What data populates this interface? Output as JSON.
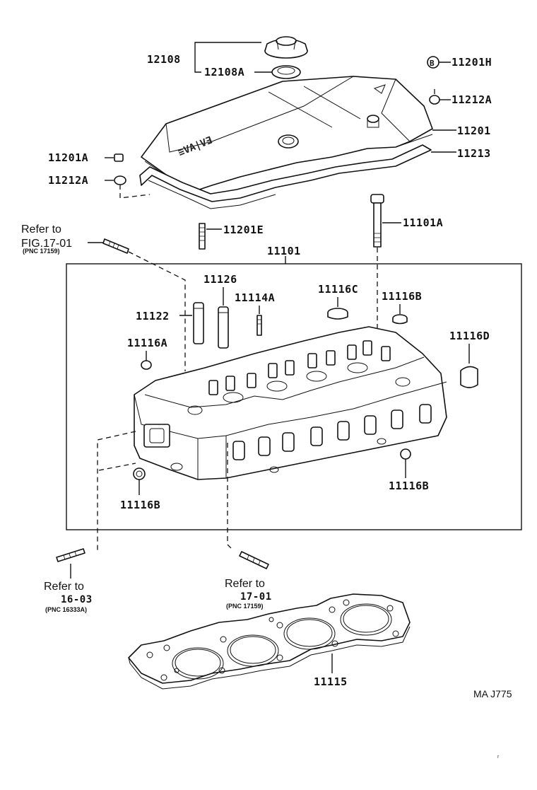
{
  "diagram": {
    "code": "MA J775",
    "parts": {
      "p12108": "12108",
      "p12108A": "12108A",
      "p11201H": "11201H",
      "p11201H_badge": "B",
      "p11212A_top": "11212A",
      "p11201": "11201",
      "p11213": "11213",
      "p11201A": "11201A",
      "p11212A_left": "11212A",
      "p11201E": "11201E",
      "p11101A": "11101A",
      "p11101": "11101",
      "p11126": "11126",
      "p11122": "11122",
      "p11114A": "11114A",
      "p11116C": "11116C",
      "p11116B_top": "11116B",
      "p11116A": "11116A",
      "p11116D": "11116D",
      "p11116B_right": "11116B",
      "p11116B_left": "11116B",
      "p11115": "11115"
    },
    "references": {
      "ref1": {
        "label": "Refer to",
        "fig": "FIG.17-01",
        "pnc": "(PNC 17159)"
      },
      "ref2": {
        "label": "Refer to",
        "fig": "16-03",
        "pnc": "(PNC 16333A)"
      },
      "ref3": {
        "label": "Refer to",
        "fig": "17-01",
        "pnc": "(PNC 17159)"
      }
    },
    "corner_mark": "r"
  }
}
